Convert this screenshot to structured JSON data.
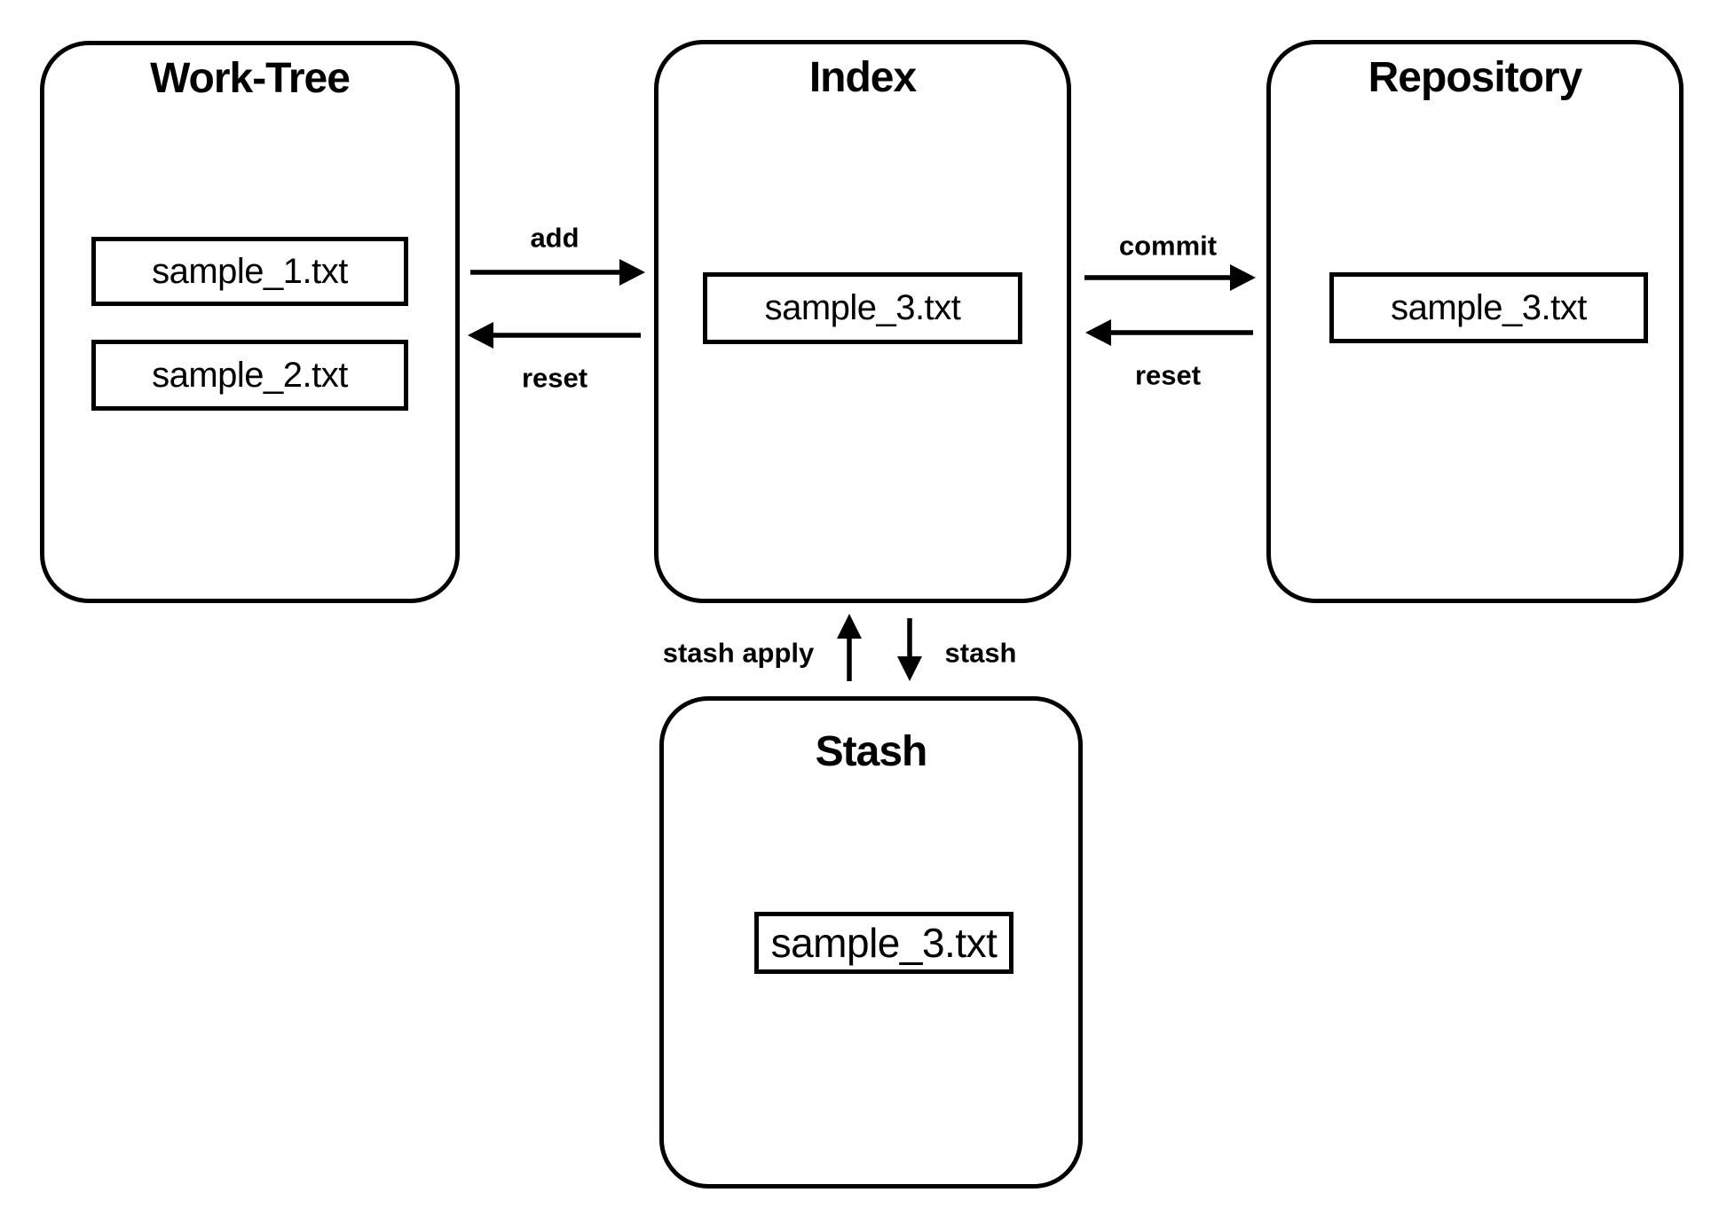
{
  "diagram": {
    "work_tree": {
      "title": "Work-Tree",
      "file_1": "sample_1.txt",
      "file_2": "sample_2.txt"
    },
    "index": {
      "title": "Index",
      "file_1": "sample_3.txt"
    },
    "repository": {
      "title": "Repository",
      "file_1": "sample_3.txt"
    },
    "stash": {
      "title": "Stash",
      "file_1": "sample_3.txt"
    },
    "labels": {
      "add": "add",
      "reset_index_to_worktree": "reset",
      "commit": "commit",
      "reset_repository_to_index": "reset",
      "stash_apply": "stash apply",
      "stash": "stash"
    },
    "colors": {
      "stroke": "#000000",
      "background": "#ffffff"
    }
  }
}
